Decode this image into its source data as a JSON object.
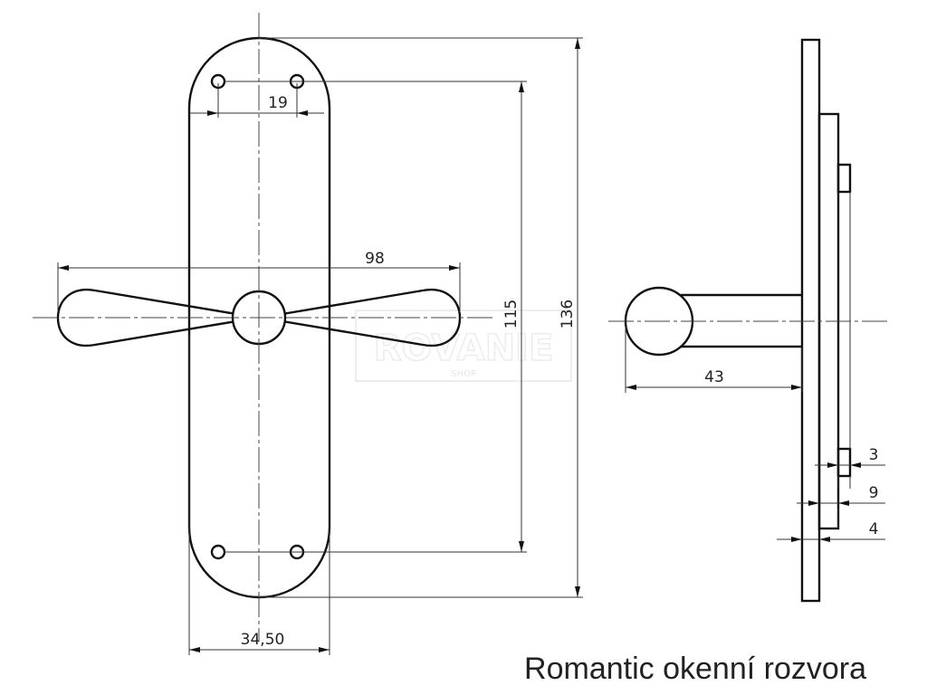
{
  "title": "Romantic okenní rozvora",
  "watermark": {
    "brand": "ROVANIE",
    "sub": "SHOP"
  },
  "dimensions": {
    "hole_spacing": "19",
    "lever_length": "98",
    "screw_distance": "115",
    "plate_height": "136",
    "plate_width": "34,50",
    "projection": "43",
    "pin_width": "3",
    "base_thickness": "9",
    "plate_thickness": "4"
  },
  "colors": {
    "line": "#111111",
    "background": "#ffffff"
  }
}
